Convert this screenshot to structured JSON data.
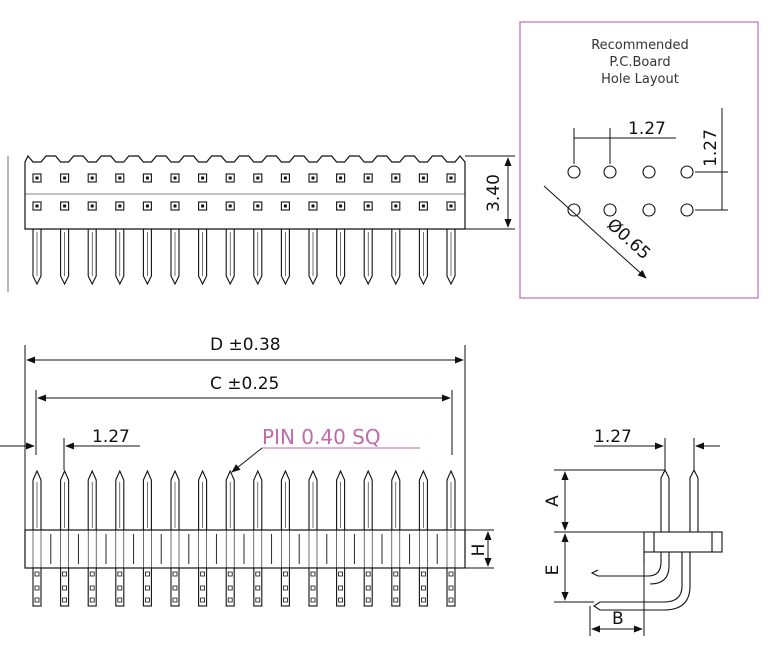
{
  "layout_box": {
    "title_lines": [
      "Recommended",
      "P.C.Board",
      "Hole Layout"
    ],
    "pitch_horizontal": "1.27",
    "pitch_vertical": "1.27",
    "hole_diameter": "Ø0.65"
  },
  "top_view": {
    "height_dim": "3.40",
    "pin_count_per_row": 16
  },
  "front_view": {
    "dim_d": "D  ±0.38",
    "dim_c": "C  ±0.25",
    "pitch": "1.27",
    "pin_note": "PIN 0.40 SQ",
    "dim_h": "H"
  },
  "side_view": {
    "pitch": "1.27",
    "dim_a": "A",
    "dim_e": "E",
    "dim_b": "B"
  },
  "colors": {
    "line": "#111111",
    "frame": "#c678b4",
    "note": "#c06aa8"
  }
}
